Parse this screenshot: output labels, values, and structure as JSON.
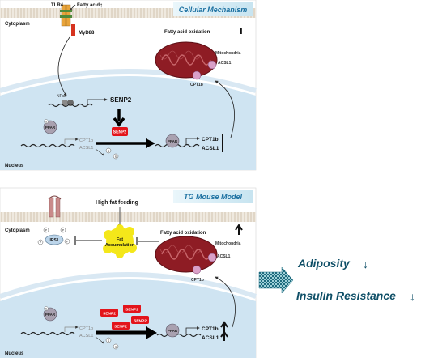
{
  "panels": [
    {
      "banner": "Cellular Mechanism",
      "fatty_acid": "Fatty acid",
      "up_arrow": "↑",
      "tlr4": "TLR4",
      "myd88": "MyD88",
      "cytoplasm": "Cytoplasm",
      "nucleus": "Nucleus",
      "nfkb": "NFκB",
      "senp2_gene": "SENP2",
      "senp2_protein": "SENP2",
      "ppar": "PPAR",
      "cpt1b_gray": "CPT1b",
      "acsl1_gray": "ACSL1",
      "cpt1b_bold": "CPT1b",
      "acsl1_bold": "ACSL1",
      "fa_oxidation": "Fatty acid oxidation",
      "mitochondria": "Mitochondria",
      "mito_acsl1": "ACSL1",
      "mito_cpt1b": "CPT1b",
      "s_mark": "S"
    },
    {
      "banner": "TG Mouse Model",
      "high_fat": "High fat feeding",
      "cytoplasm": "Cytoplasm",
      "nucleus": "Nucleus",
      "irs1": "IRS1",
      "p_mark": "P",
      "fat_acc_1": "Fat",
      "fat_acc_2": "Accumulation",
      "fa_oxidation": "Fatty acid oxidation",
      "mitochondria": "Mitochondria",
      "mito_acsl1": "ACSL1",
      "mito_cpt1b": "CPT1b",
      "ppar": "PPAR",
      "senp2_protein": "SENP2",
      "cpt1b_gray": "CPT1b",
      "acsl1_gray": "ACSL1",
      "cpt1b_bold": "CPT1b",
      "acsl1_bold": "ACSL1",
      "s_mark": "S"
    }
  ],
  "outcomes": [
    {
      "text": "Adiposity",
      "arrow": "↓"
    },
    {
      "text": "Insulin Resistance",
      "arrow": "↓"
    }
  ],
  "colors": {
    "banner_text": "#1a6fa0",
    "banner_bg": "#d9eef7",
    "membrane": "#d8cbb7",
    "nucleus": "#cfe4f2",
    "mitochondria": "#8e1c24",
    "senp2": "#e3141b",
    "fat": "#f4e71a",
    "outcome": "#0f4f67"
  }
}
